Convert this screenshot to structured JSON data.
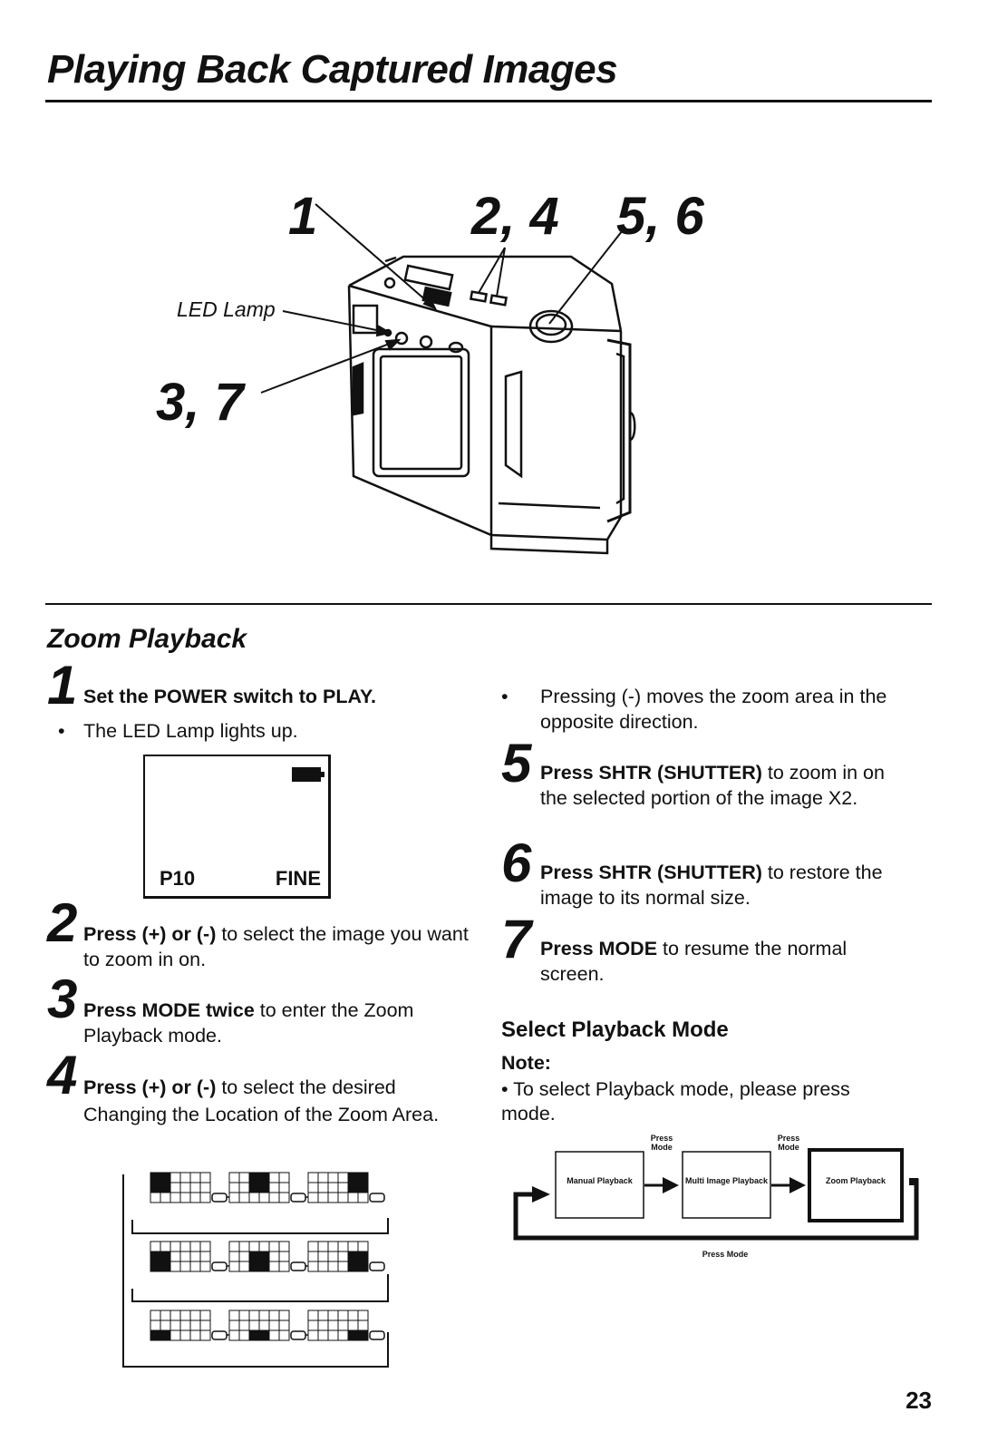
{
  "page": {
    "title": "Playing Back Captured Images",
    "page_number": "23"
  },
  "figure": {
    "callout_1": "1",
    "callout_24": "2, 4",
    "callout_56": "5, 6",
    "callout_37": "3, 7",
    "led_label": "LED Lamp"
  },
  "section": {
    "title": "Zoom Playback"
  },
  "steps": {
    "s1": {
      "num": "1",
      "bold": "Set the POWER switch to PLAY.",
      "rest": ""
    },
    "s1_bullet": "The LED Lamp lights up.",
    "lcd": {
      "left": "P10",
      "right": "FINE"
    },
    "s2": {
      "num": "2",
      "bold": "Press (+) or (-)",
      "rest": " to select the image you want to zoom in on."
    },
    "s3": {
      "num": "3",
      "bold": "Press MODE twice",
      "rest": " to enter the Zoom Playback mode."
    },
    "s4": {
      "num": "4",
      "bold": "Press (+) or (-)",
      "rest": " to select the desired Changing the Location of the Zoom Area."
    },
    "s4_bullet": "Pressing (-) moves the zoom area in the opposite direction.",
    "s5": {
      "num": "5",
      "bold": "Press SHTR (SHUTTER)",
      "rest": " to zoom in on the selected portion of the image X2."
    },
    "s6": {
      "num": "6",
      "bold": "Press SHTR (SHUTTER)",
      "rest": " to restore the image to its normal size."
    },
    "s7": {
      "num": "7",
      "bold": "Press MODE",
      "rest": " to resume the normal screen."
    }
  },
  "playback_mode": {
    "heading": "Select Playback Mode",
    "note_label": "Note:",
    "note_text": "• To select Playback mode, please press mode.",
    "press_mode_1": "Press Mode",
    "press_mode_2": "Press Mode",
    "press_mode_bottom": "Press Mode",
    "boxes": [
      "Manual Playback",
      "Multi Image Playback",
      "Zoom Playback"
    ]
  }
}
